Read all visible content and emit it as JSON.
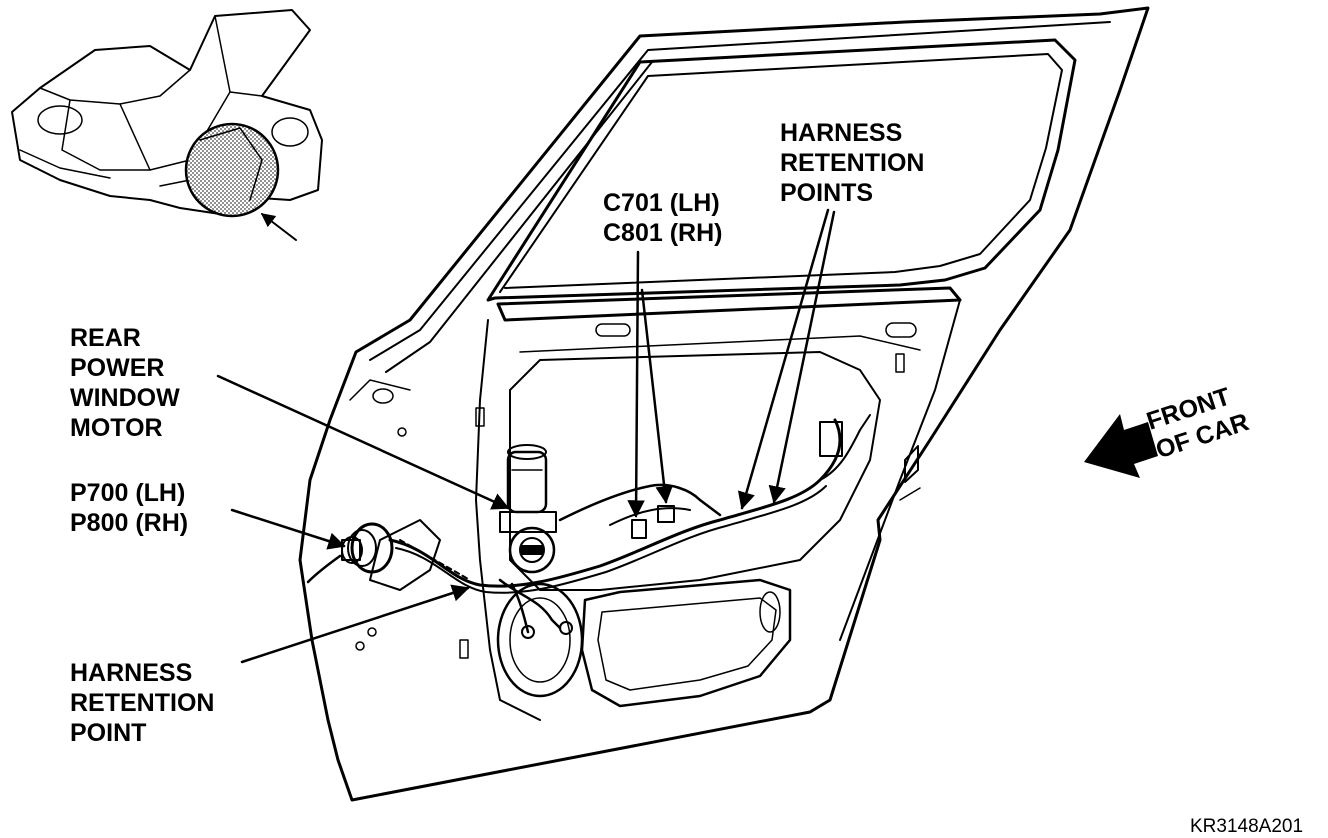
{
  "labels": {
    "rear_power_window_motor": [
      "REAR",
      "POWER",
      "WINDOW",
      "MOTOR"
    ],
    "p_connector": [
      "P700 (LH)",
      "P800 (RH)"
    ],
    "harness_retention_point": [
      "HARNESS",
      "RETENTION",
      "POINT"
    ],
    "c_connector": [
      "C701 (LH)",
      "C801 (RH)"
    ],
    "harness_retention_points": [
      "HARNESS",
      "RETENTION",
      "POINTS"
    ],
    "front_of_car": [
      "FRONT",
      "OF CAR"
    ]
  },
  "figure_id": "KR3148A201"
}
